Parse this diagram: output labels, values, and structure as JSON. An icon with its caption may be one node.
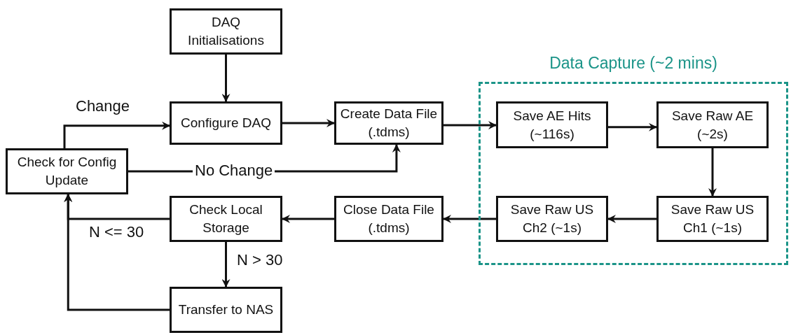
{
  "diagram": {
    "nodes": [
      {
        "text": [
          "DAQ Initialisations"
        ]
      },
      {
        "text": [
          "Configure DAQ"
        ]
      },
      {
        "text": [
          "Create Data File (.tdms)"
        ]
      },
      {
        "text": [
          "Data Capture (~2 mins)"
        ]
      },
      {
        "text": [
          "Save AE Hits (~116s)"
        ],
        "in": 3
      },
      {
        "text": [
          "Save Raw AE (~2s)"
        ],
        "in": 3
      },
      {
        "text": [
          "Save Raw US Ch1 (~1s)"
        ],
        "in": 3
      },
      {
        "text": [
          "Save Raw US Ch2 (~1s)"
        ],
        "in": 3
      },
      {
        "text": [
          "Close Data File (.tdms)"
        ]
      },
      {
        "text": [
          "Check Local Storage"
        ]
      },
      {
        "text": [
          "Transfer to NAS"
        ]
      },
      {
        "text": [
          "Check for Config Update"
        ]
      }
    ],
    "edges": [
      {
        "from": 0,
        "to": 1,
        "arrow": "to"
      },
      {
        "from": 1,
        "to": 2,
        "arrow": "to"
      },
      {
        "from": 2,
        "to": 4,
        "arrow": "to"
      },
      {
        "from": 4,
        "to": 5,
        "arrow": "to"
      },
      {
        "from": 5,
        "to": 6,
        "arrow": "to"
      },
      {
        "from": 6,
        "to": 7,
        "arrow": "to"
      },
      {
        "from": 7,
        "to": 8,
        "arrow": "to"
      },
      {
        "from": 8,
        "to": 9,
        "arrow": "to"
      },
      {
        "from": 9,
        "to": 10,
        "arrow": "to",
        "label": "N > 30"
      },
      {
        "from": 9,
        "to": 11,
        "arrow": "to",
        "label": "N <= 30"
      },
      {
        "from": 10,
        "to": 11,
        "arrow": "to"
      },
      {
        "from": 11,
        "to": 1,
        "arrow": "to",
        "label": "Change"
      },
      {
        "from": 11,
        "to": 2,
        "arrow": "to",
        "label": "No Change"
      }
    ]
  }
}
